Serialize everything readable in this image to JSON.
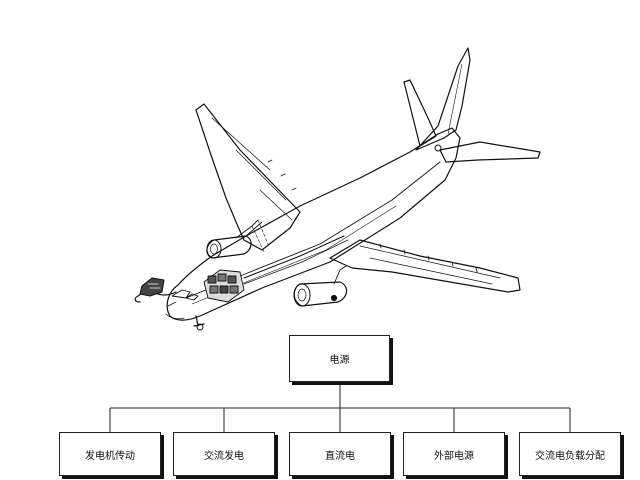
{
  "root": {
    "label": "电源"
  },
  "children": [
    {
      "label": "发电机传动"
    },
    {
      "label": "交流发电"
    },
    {
      "label": "直流电"
    },
    {
      "label": "外部电源"
    },
    {
      "label": "交流电负载分配"
    }
  ],
  "colors": {
    "line": "#222222",
    "shadow": "#111111",
    "background": "#ffffff"
  }
}
